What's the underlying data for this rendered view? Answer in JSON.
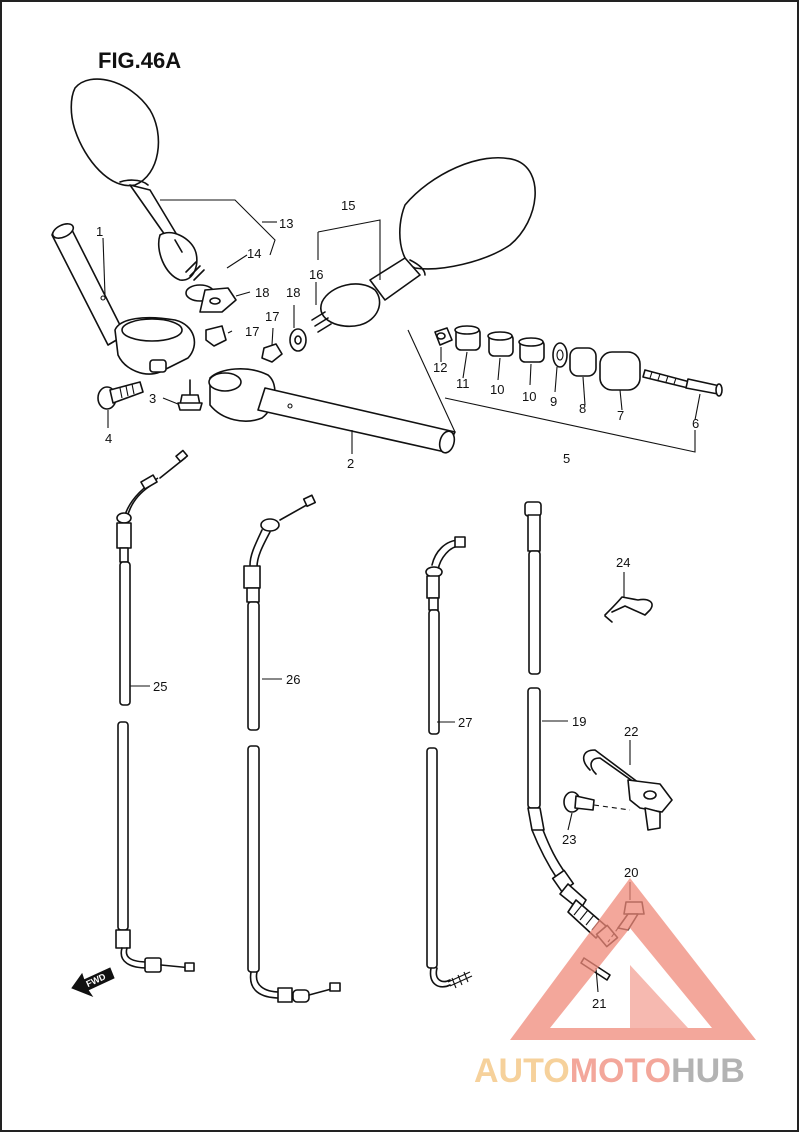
{
  "figure": {
    "title": "FIG.46A"
  },
  "direction_marker": {
    "label": "FWD"
  },
  "callouts": [
    {
      "id": "c1",
      "label": "1"
    },
    {
      "id": "c2",
      "label": "2"
    },
    {
      "id": "c3",
      "label": "3"
    },
    {
      "id": "c4",
      "label": "4"
    },
    {
      "id": "c5",
      "label": "5"
    },
    {
      "id": "c6",
      "label": "6"
    },
    {
      "id": "c7",
      "label": "7"
    },
    {
      "id": "c8",
      "label": "8"
    },
    {
      "id": "c9",
      "label": "9"
    },
    {
      "id": "c10a",
      "label": "10"
    },
    {
      "id": "c10b",
      "label": "10"
    },
    {
      "id": "c11",
      "label": "11"
    },
    {
      "id": "c12",
      "label": "12"
    },
    {
      "id": "c13",
      "label": "13"
    },
    {
      "id": "c14",
      "label": "14"
    },
    {
      "id": "c15",
      "label": "15"
    },
    {
      "id": "c16",
      "label": "16"
    },
    {
      "id": "c17a",
      "label": "17"
    },
    {
      "id": "c17b",
      "label": "17"
    },
    {
      "id": "c18a",
      "label": "18"
    },
    {
      "id": "c18b",
      "label": "18"
    },
    {
      "id": "c19",
      "label": "19"
    },
    {
      "id": "c20",
      "label": "20"
    },
    {
      "id": "c21",
      "label": "21"
    },
    {
      "id": "c22",
      "label": "22"
    },
    {
      "id": "c23",
      "label": "23"
    },
    {
      "id": "c24",
      "label": "24"
    },
    {
      "id": "c25",
      "label": "25"
    },
    {
      "id": "c26",
      "label": "26"
    },
    {
      "id": "c27",
      "label": "27"
    }
  ],
  "watermark": {
    "part1": "AUTO",
    "part2": "MOTO",
    "part3": "HUB",
    "colors": {
      "auto": "#f3c27a",
      "moto": "#f08a7a",
      "hub": "#9a9a9a",
      "triangle": "#f08a7a"
    }
  }
}
